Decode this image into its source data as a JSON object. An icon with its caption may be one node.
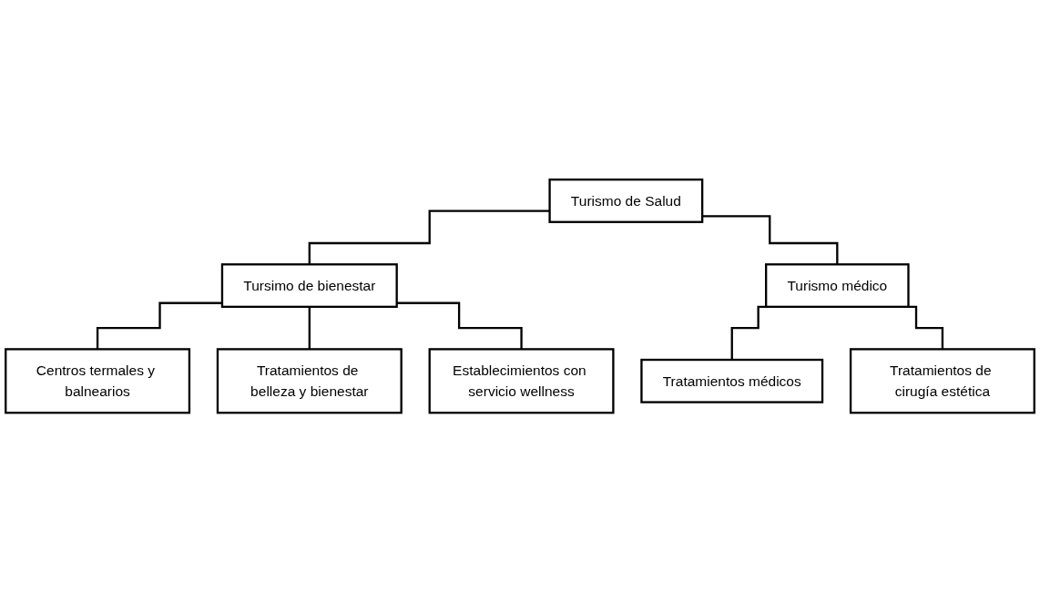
{
  "diagram": {
    "nodes": [
      {
        "text": [
          "Turismo de Salud"
        ]
      },
      {
        "text": [
          "Tursimo de bienestar"
        ]
      },
      {
        "text": [
          "Turismo médico"
        ]
      },
      {
        "text": [
          "Centros termales y balnearios"
        ]
      },
      {
        "text": [
          "Tratamientos de belleza y bienestar"
        ]
      },
      {
        "text": [
          "Tratamientos médicos"
        ]
      },
      {
        "text": [
          "Tratamientos de cirugía estética"
        ]
      },
      {
        "text": [
          "Establecimientos con servicio wellness"
        ]
      }
    ],
    "edges": [
      {
        "from": 0,
        "to": 1,
        "arrow": "none"
      },
      {
        "from": 0,
        "to": 2,
        "arrow": "none"
      },
      {
        "from": 1,
        "to": 3,
        "arrow": "none"
      },
      {
        "from": 1,
        "to": 4,
        "arrow": "none"
      },
      {
        "from": 1,
        "to": 7,
        "arrow": "none"
      },
      {
        "from": 2,
        "to": 5,
        "arrow": "none"
      },
      {
        "from": 2,
        "to": 6,
        "arrow": "none"
      }
    ]
  }
}
